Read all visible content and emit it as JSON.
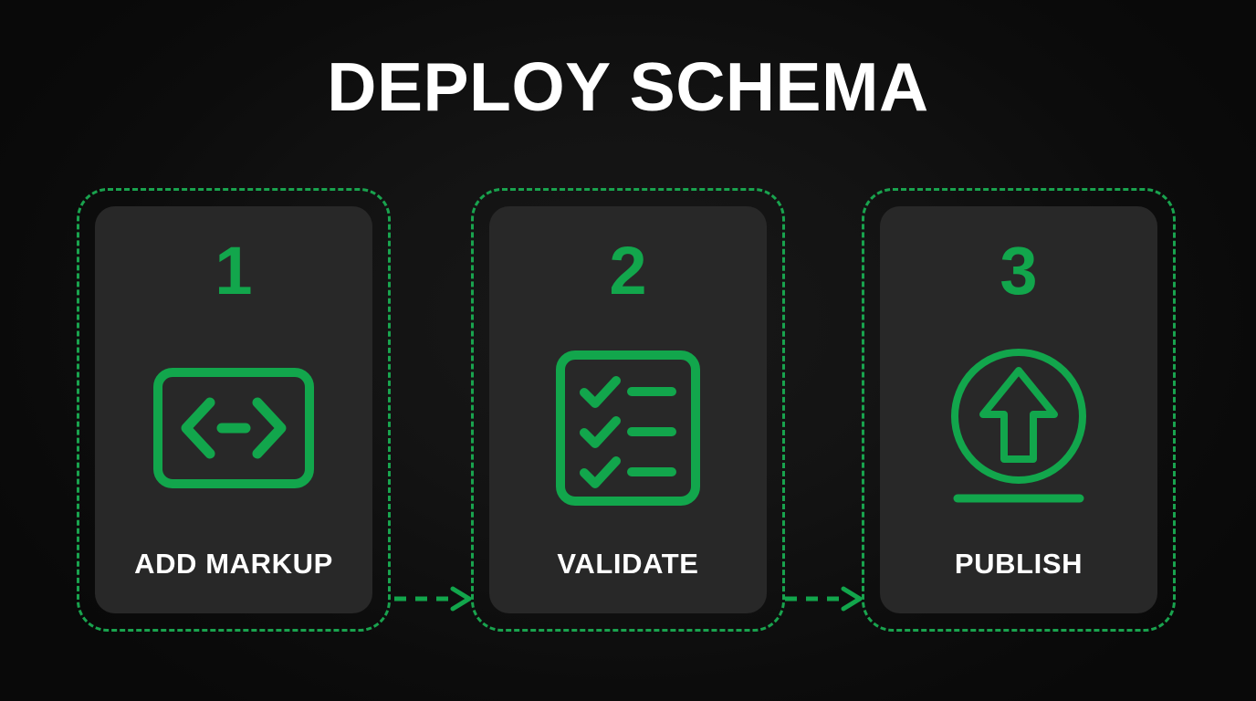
{
  "page": {
    "title": "DEPLOY SCHEMA",
    "background_color": "#0a0a0a",
    "accent_color": "#12a64c",
    "card_color": "#282828",
    "text_color": "#ffffff"
  },
  "steps": [
    {
      "number": "1",
      "label": "ADD MARKUP",
      "icon": "code-brackets-icon"
    },
    {
      "number": "2",
      "label": "VALIDATE",
      "icon": "checklist-icon"
    },
    {
      "number": "3",
      "label": "PUBLISH",
      "icon": "upload-circle-icon"
    }
  ],
  "connectors": [
    {
      "name": "arrow-step1-to-step2"
    },
    {
      "name": "arrow-step2-to-step3"
    }
  ]
}
